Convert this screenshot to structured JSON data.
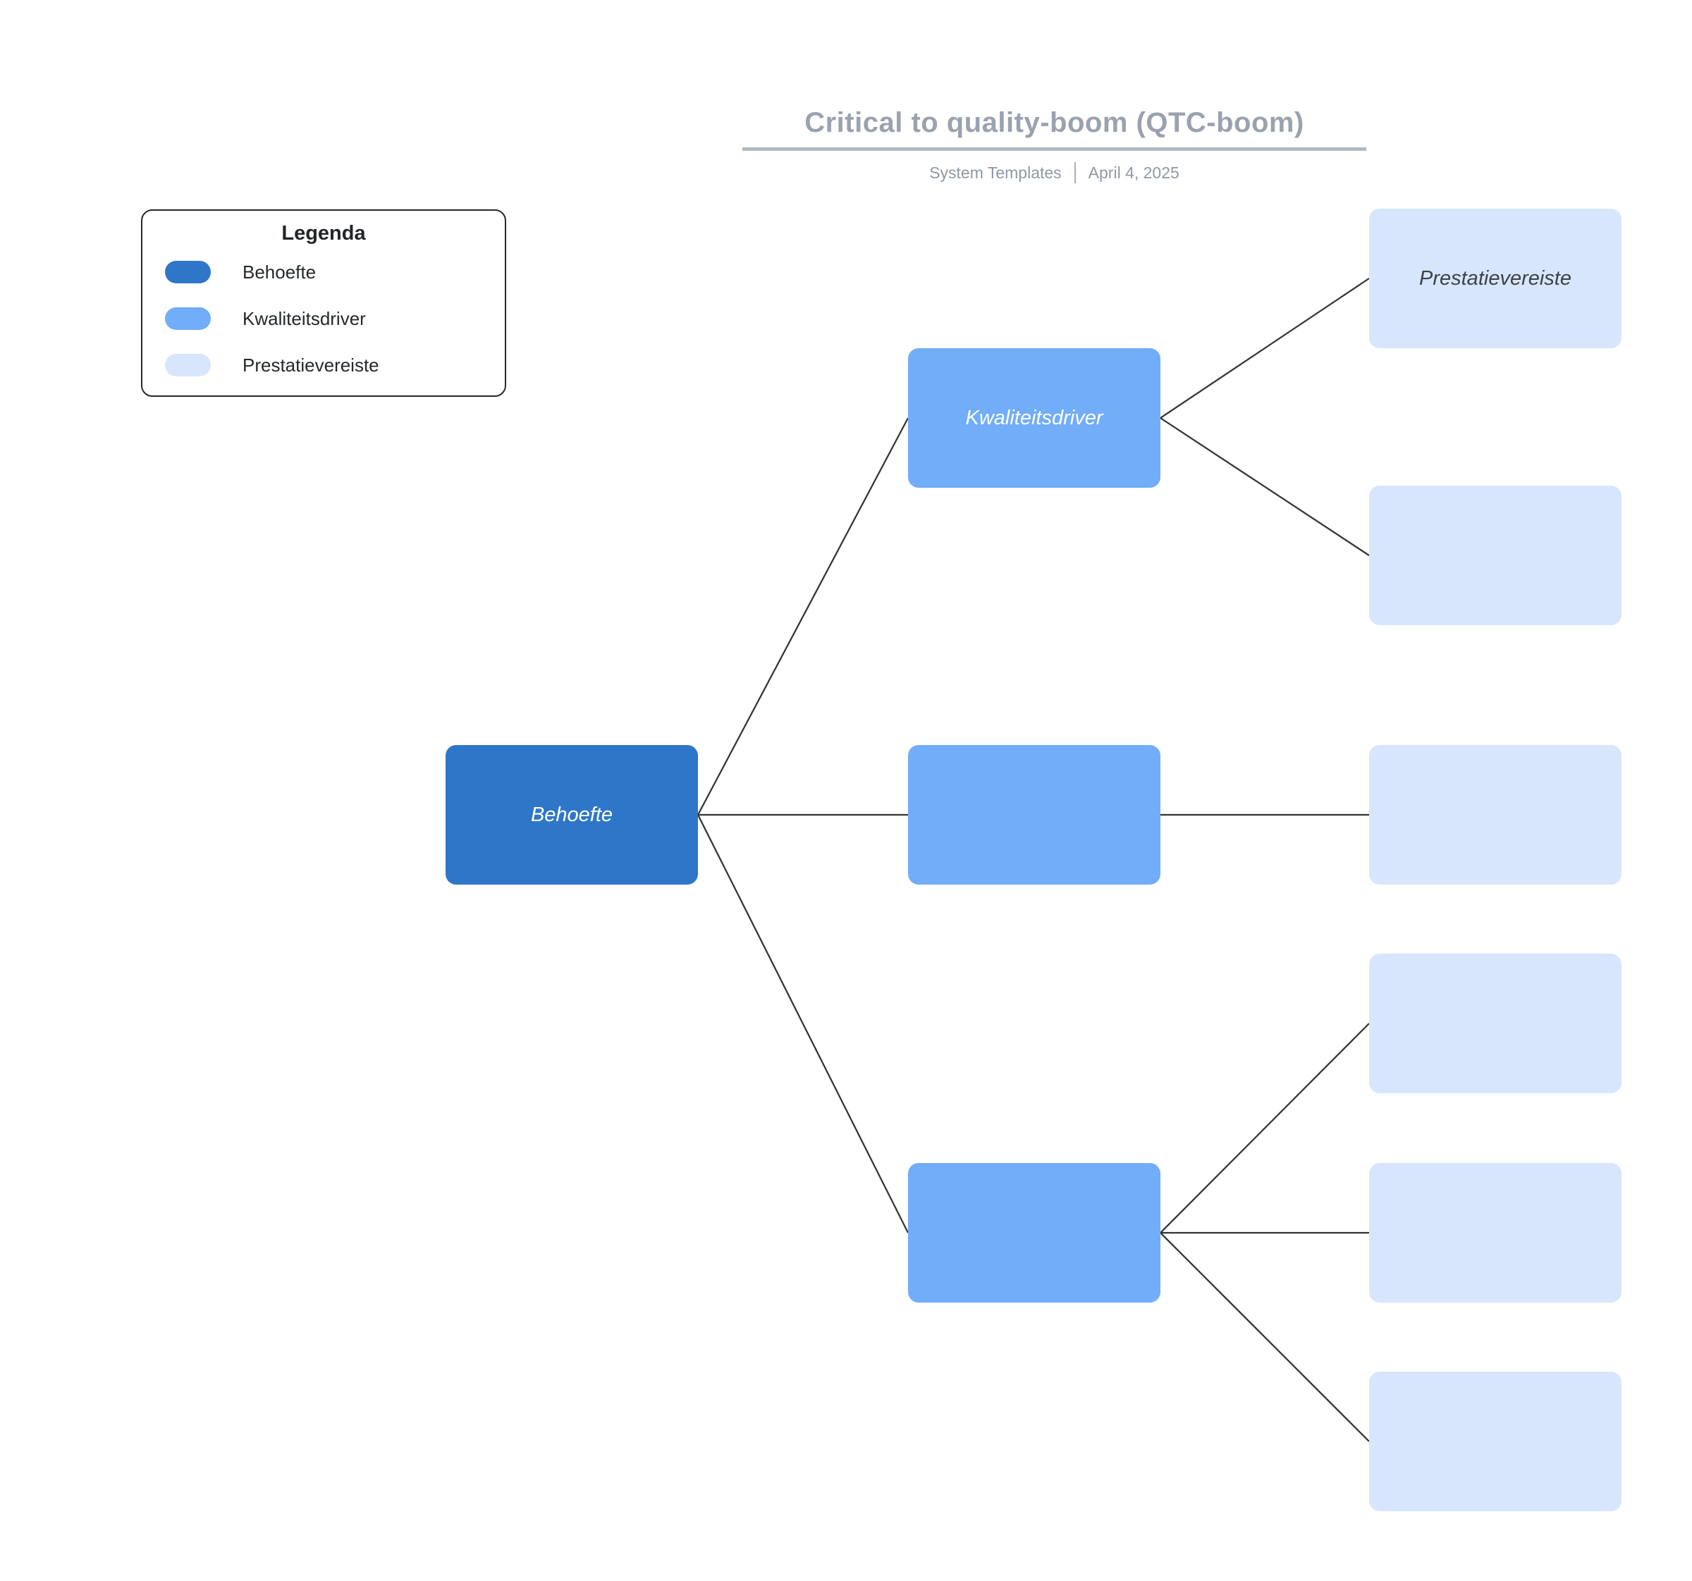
{
  "header": {
    "title": "Critical to quality-boom (QTC-boom)",
    "source": "System Templates",
    "date": "April 4, 2025"
  },
  "legend": {
    "title": "Legenda",
    "items": [
      {
        "label": "Behoefte"
      },
      {
        "label": "Kwaliteitsdriver"
      },
      {
        "label": "Prestatievereiste"
      }
    ]
  },
  "nodes": {
    "behoefte": {
      "label": "Behoefte"
    },
    "driver1": {
      "label": "Kwaliteitsdriver"
    },
    "driver2": {
      "label": ""
    },
    "driver3": {
      "label": ""
    },
    "perf_a": {
      "label": "Prestatievereiste"
    },
    "perf_b": {
      "label": ""
    },
    "perf_c": {
      "label": ""
    },
    "perf_d": {
      "label": ""
    },
    "perf_e": {
      "label": ""
    },
    "perf_f": {
      "label": ""
    }
  },
  "colors": {
    "need": "#2e77c8",
    "driver": "#71adf8",
    "perf": "#d7e6fc",
    "line": "#333333",
    "title": "#9aa2ae",
    "rule": "#b2b9c1",
    "subtitle": "#8f98a4"
  }
}
